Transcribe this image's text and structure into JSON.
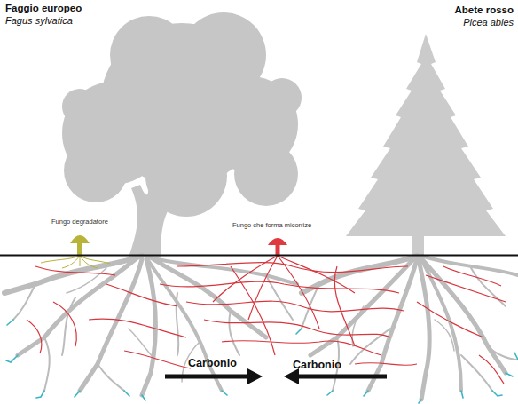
{
  "diagram": {
    "labels": [
      "Faggio europeo",
      "Fagus sylvatica",
      "Abete rosso",
      "Picea abies",
      "Fungo degradatore",
      "Fungo che forma micorrize",
      "Carbonio",
      "Carbonio"
    ]
  }
}
